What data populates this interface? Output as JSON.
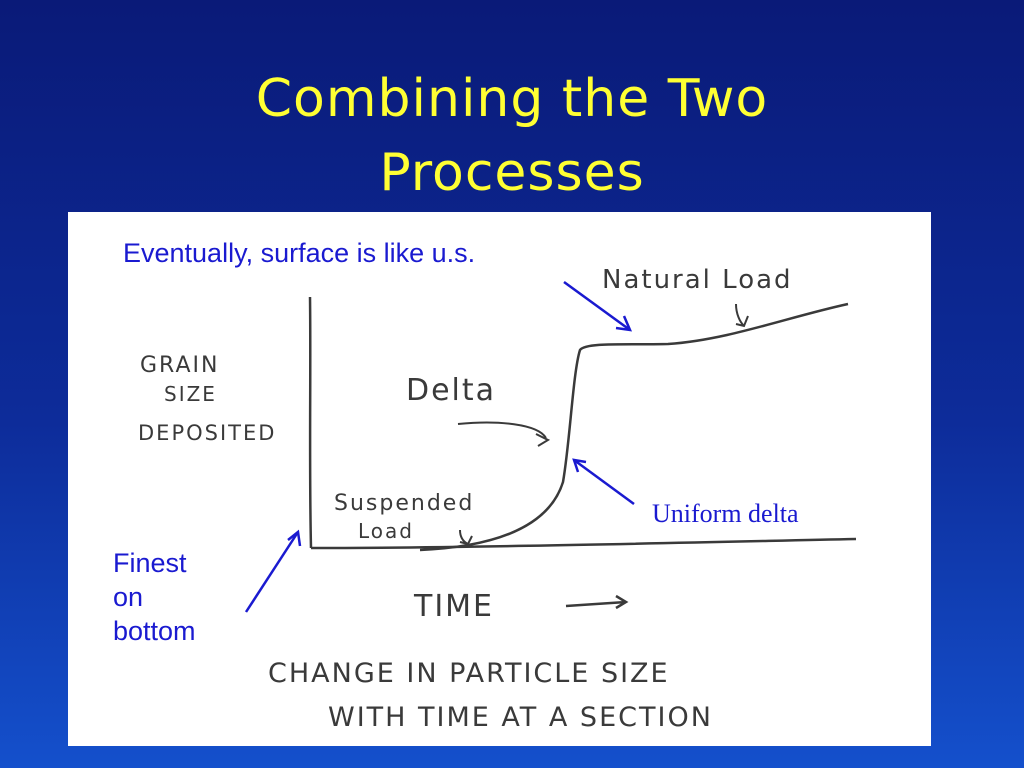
{
  "title": {
    "line1": "Combining the Two",
    "line2": "Processes"
  },
  "annotations": {
    "surface_note": "Eventually, surface is like u.s.",
    "uniform_delta": "Uniform delta",
    "finest_on_bottom": [
      "Finest",
      "on",
      "bottom"
    ]
  },
  "sketch": {
    "y_axis_label": [
      "GRAIN",
      "SIZE",
      "DEPOSITED"
    ],
    "natural_load": "Natural Load",
    "delta": "Delta",
    "suspended_load": [
      "Suspended",
      "Load"
    ],
    "x_axis_label": "TIME",
    "caption": [
      "CHANGE IN PARTICLE SIZE",
      "WITH TIME AT A SECTION"
    ]
  },
  "colors": {
    "title": "#ffff33",
    "annotation": "#1a1ad0",
    "sketch_ink": "#3a3a3a",
    "background": "#0d2c9a"
  }
}
